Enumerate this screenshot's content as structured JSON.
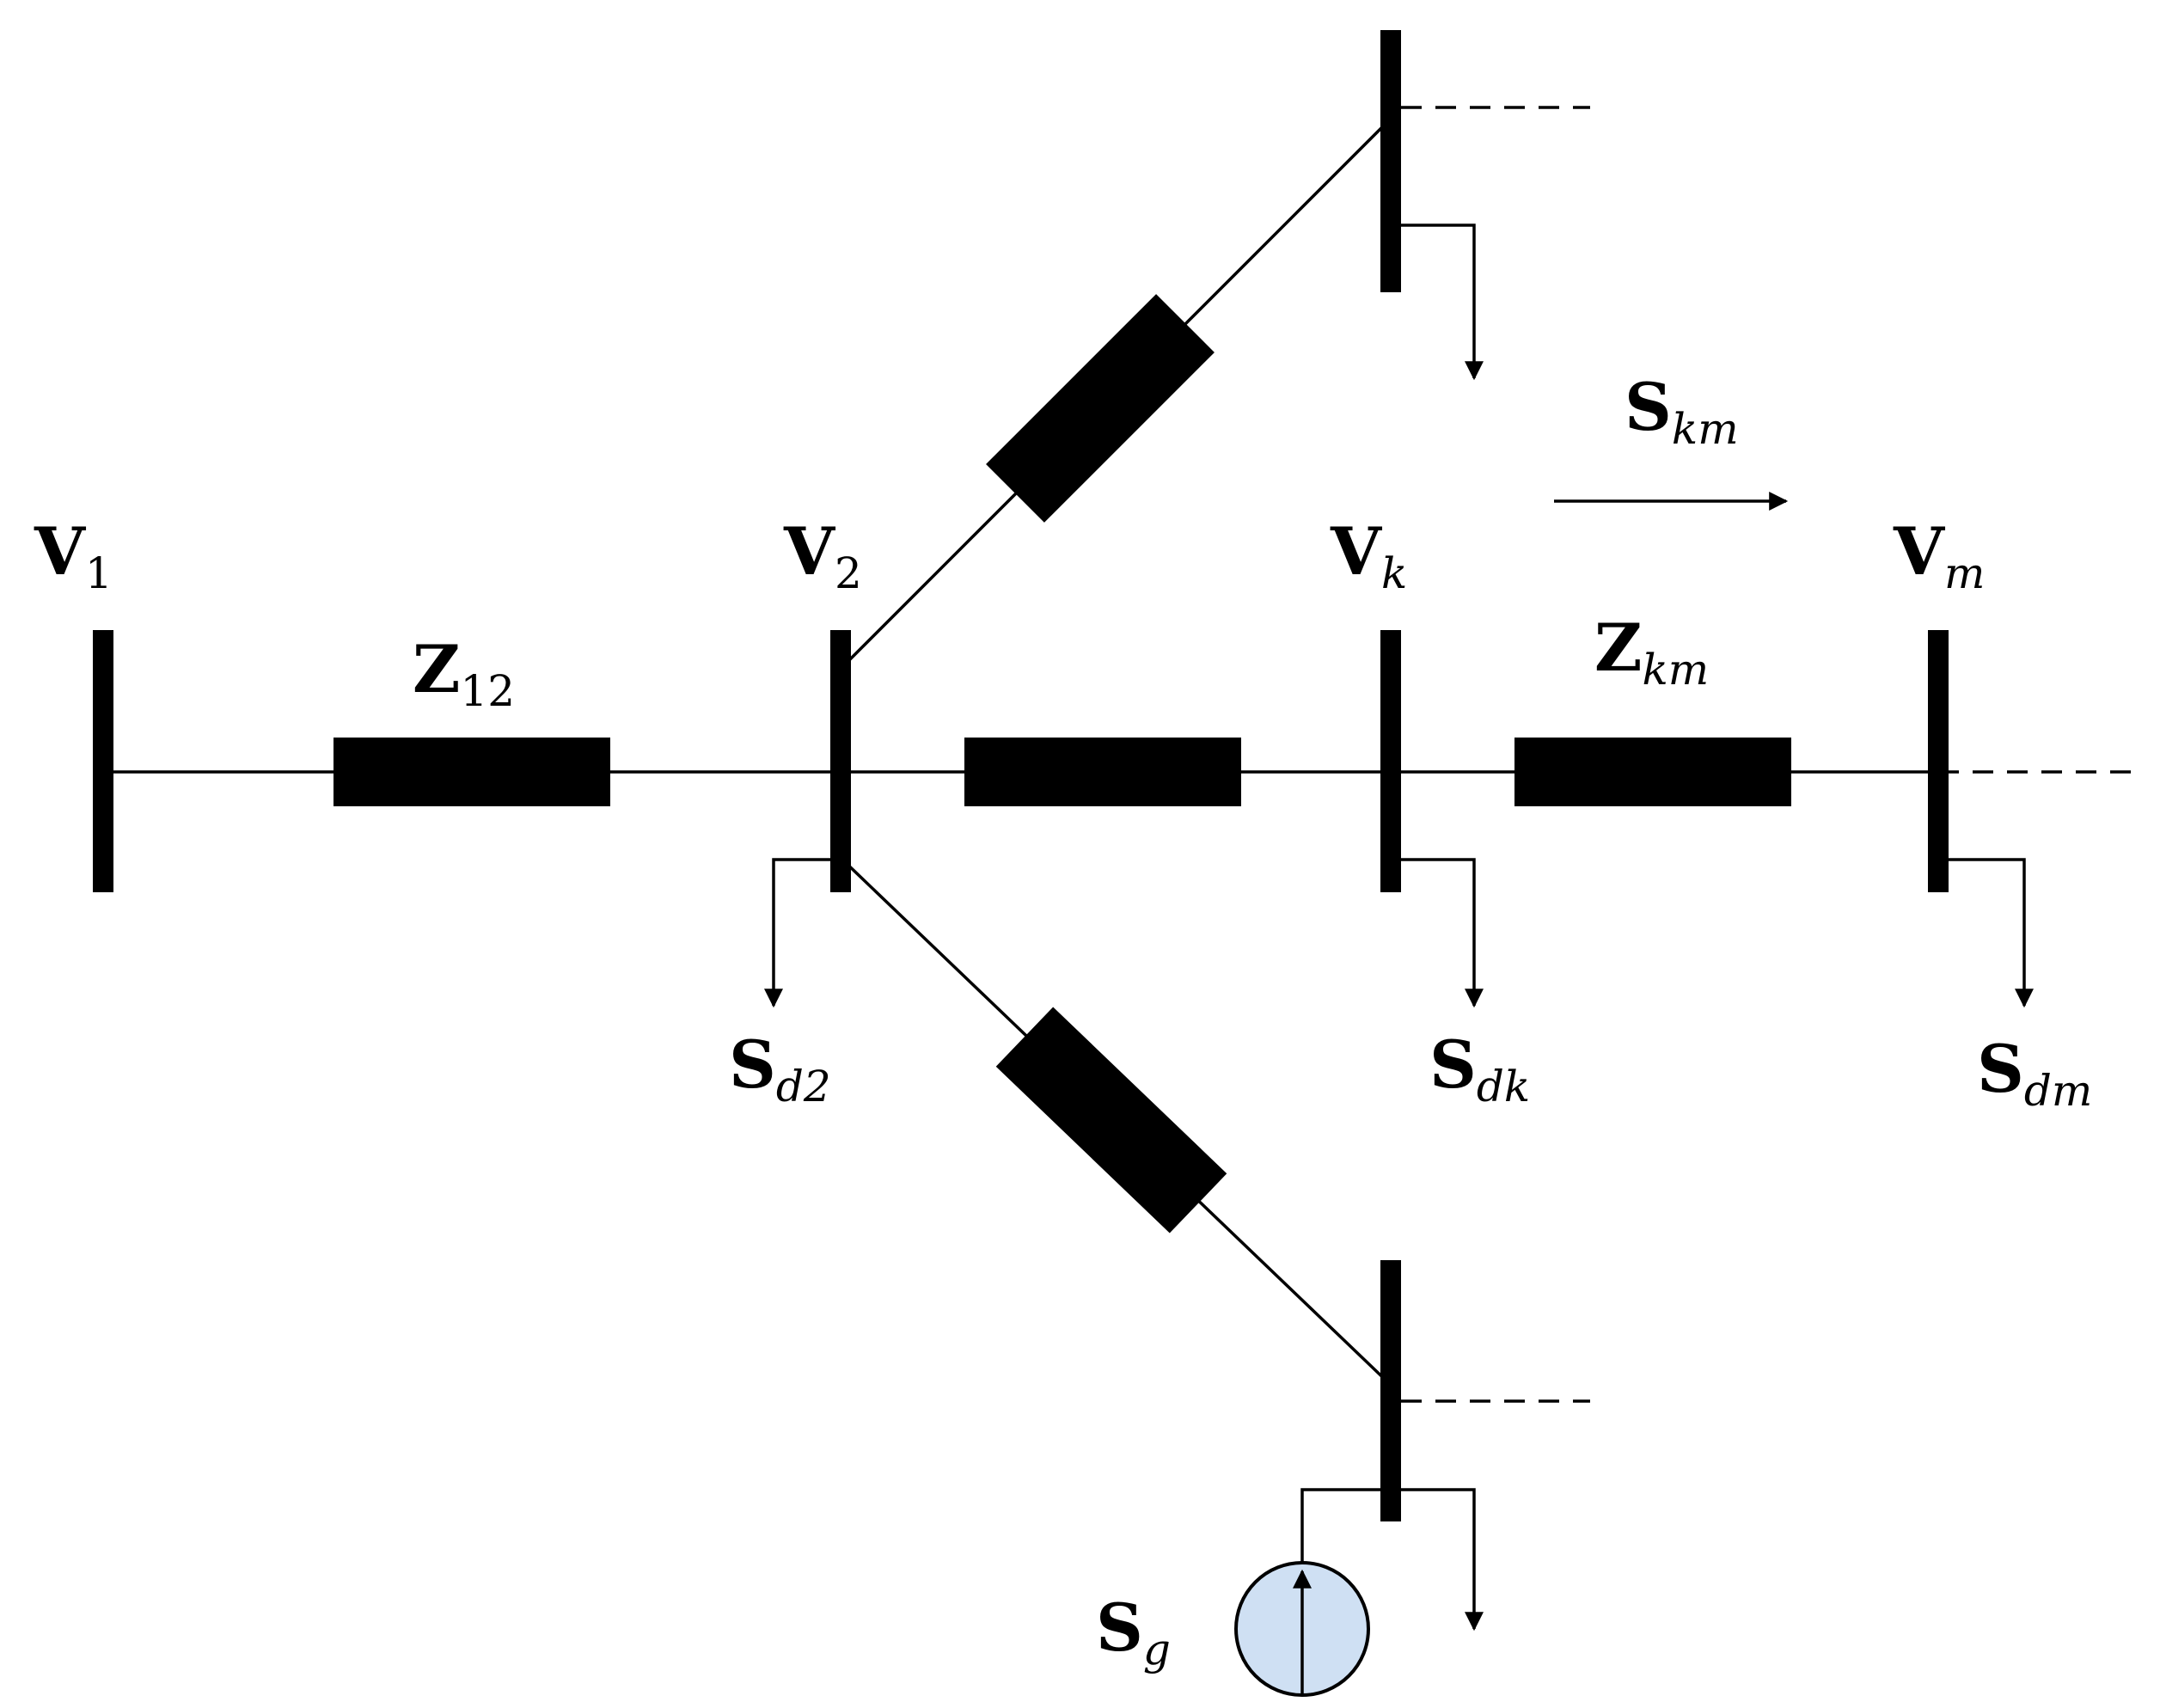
{
  "labels": {
    "v1": {
      "main": "V",
      "sub": "1"
    },
    "v2": {
      "main": "V",
      "sub": "2"
    },
    "vk": {
      "main": "V",
      "sub": "k"
    },
    "vm": {
      "main": "V",
      "sub": "m"
    },
    "z12": {
      "main": "Z",
      "sub": "12"
    },
    "zkm": {
      "main": "Z",
      "sub": "km"
    },
    "skm": {
      "main": "S",
      "sub": "km"
    },
    "sd2": {
      "main": "S",
      "sub": "d2"
    },
    "sdk": {
      "main": "S",
      "sub": "dk"
    },
    "sdm": {
      "main": "S",
      "sub": "dm"
    },
    "sg": {
      "main": "S",
      "sub": "g"
    }
  },
  "colors": {
    "line": "#000000",
    "generator_fill": "#cfe0f3"
  }
}
